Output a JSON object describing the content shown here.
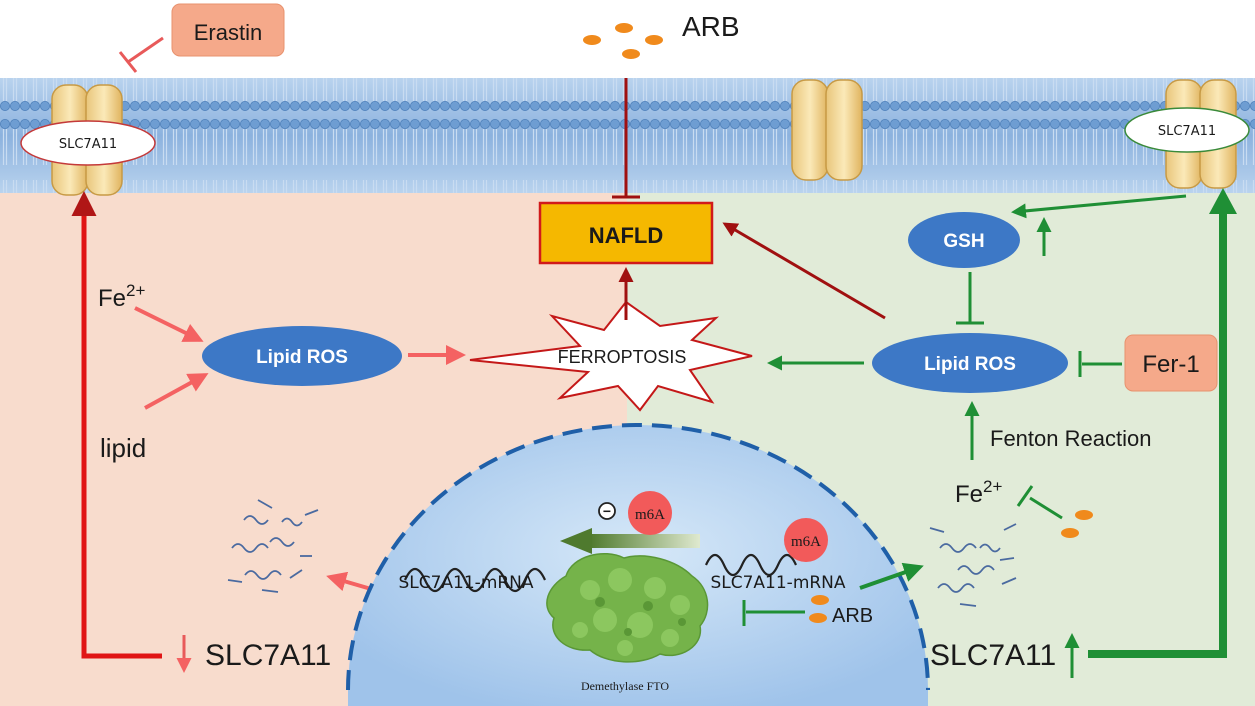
{
  "membrane": {
    "transporters": [
      {
        "label": "SLC7A11",
        "variant": "left"
      },
      {
        "label": "",
        "variant": "center"
      },
      {
        "label": "SLC7A11",
        "variant": "right"
      }
    ]
  },
  "inhibitors": {
    "erastin": "Erastin",
    "fer1": "Fer-1"
  },
  "drug": {
    "arb_top": "ARB",
    "arb_nucleus": "ARB"
  },
  "nodes": {
    "nafld": "NAFLD",
    "ferroptosis": "FERROPTOSIS",
    "lipid_ros_left": "Lipid ROS",
    "lipid_ros_right": "Lipid ROS",
    "gsh": "GSH"
  },
  "left_inputs": {
    "fe_base": "Fe",
    "fe_charge": "2+",
    "lipid": "lipid"
  },
  "right_inputs": {
    "fe_base": "Fe",
    "fe_charge": "2+",
    "fenton": "Fenton Reaction"
  },
  "nucleus": {
    "mrna_left": "SLC7A11-mRNA",
    "mrna_right": "SLC7A11-mRNA",
    "m6a_left": "m6A",
    "m6a_right": "m6A",
    "minus": "−",
    "fto": "Demethylase FTO"
  },
  "bottom": {
    "slc_left": "SLC7A11",
    "slc_right": "SLC7A11"
  },
  "colors": {
    "left_bg": "#f8dccd",
    "right_bg": "#e1ebd8",
    "red": "#d11a1a",
    "pink": "#f46262",
    "green": "#1f8f35",
    "blue_node": "#3d78c6",
    "nafld_fill": "#f5b800",
    "membrane": "#8fb6e0",
    "inhibitor_box": "#f5a98a"
  }
}
